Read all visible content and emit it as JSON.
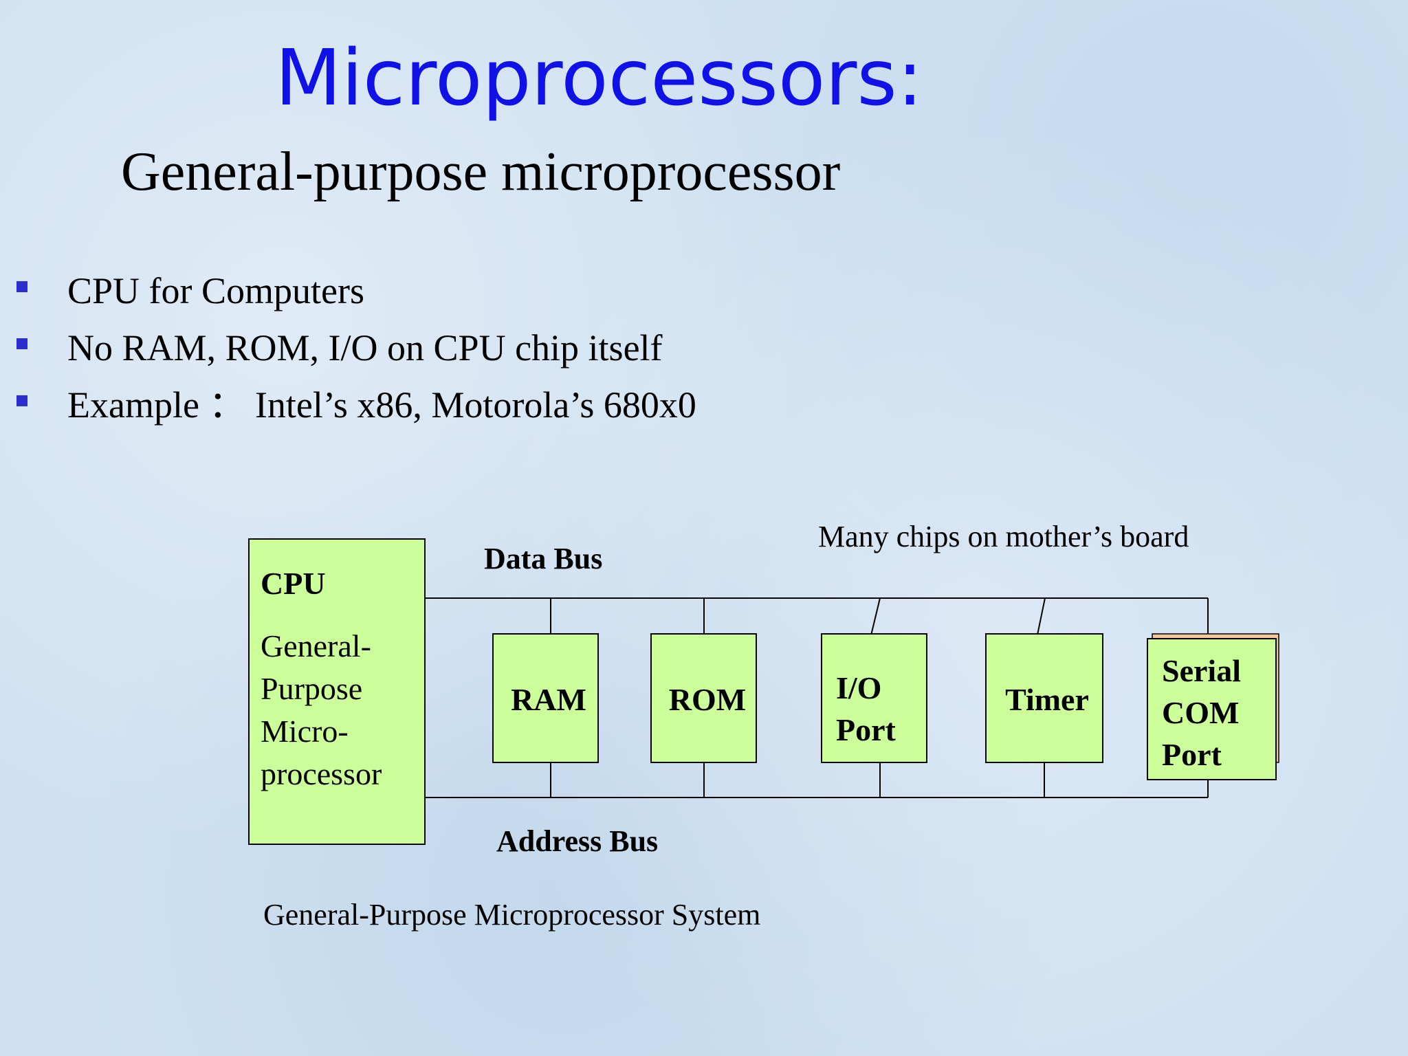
{
  "slide": {
    "title": "Microprocessors:",
    "subtitle": "General-purpose microprocessor",
    "bullets": [
      "CPU for Computers",
      "No RAM, ROM, I/O on CPU chip itself",
      "Example ： Intel’s x86, Motorola’s 680x0"
    ],
    "accent_color": "#1010e8",
    "bullet_color": "#2d2dd0"
  },
  "diagram": {
    "cpu": {
      "title": "CPU",
      "lines": [
        "General-",
        "Purpose",
        "Micro-",
        "processor"
      ]
    },
    "data_bus_label": "Data Bus",
    "address_bus_label": "Address Bus",
    "note": "Many chips on mother’s board",
    "caption": "General-Purpose Microprocessor System",
    "chips": {
      "ram": {
        "lines": [
          "RAM"
        ]
      },
      "rom": {
        "lines": [
          "ROM"
        ]
      },
      "io": {
        "lines": [
          "I/O",
          "Port"
        ]
      },
      "timer": {
        "lines": [
          "Timer"
        ]
      },
      "serial": {
        "lines": [
          "Serial",
          "COM",
          "Port"
        ]
      }
    },
    "box_color": "#ccff99"
  }
}
